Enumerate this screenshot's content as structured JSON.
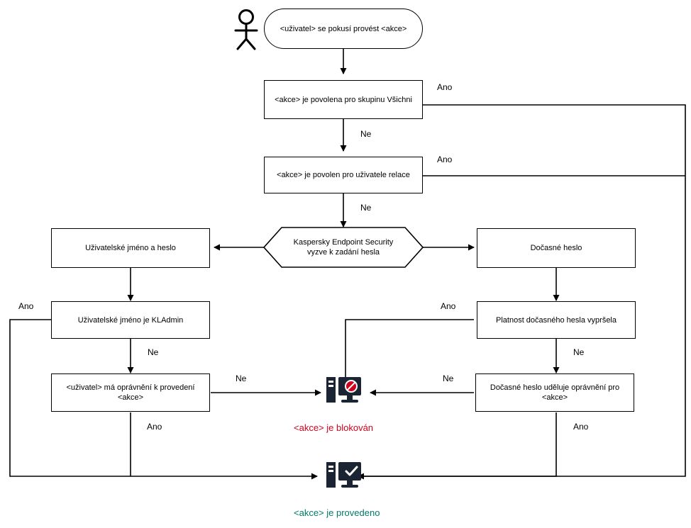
{
  "diagram": {
    "title": "",
    "nodes": {
      "start": {
        "label": "<uživatel> se pokusí provést <akce>"
      },
      "allowed_all": {
        "label": "<akce> je povolena pro skupinu Všichni"
      },
      "allowed_session": {
        "label": "<akce> je povolen pro uživatele relace"
      },
      "prompt": {
        "label": "Kaspersky Endpoint Security vyzve k zadání hesla"
      },
      "username_password": {
        "label": "Uživatelské jméno a heslo"
      },
      "temp_password": {
        "label": "Dočasné heslo"
      },
      "is_kladmin": {
        "label": "Uživatelské jméno je KLAdmin"
      },
      "temp_expired": {
        "label": "Platnost dočasného hesla vypršela"
      },
      "user_has_rights": {
        "label": "<uživatel> má oprávnění k provedení <akce>"
      },
      "temp_grants": {
        "label": "Dočasné heslo uděluje oprávnění pro <akce>"
      }
    },
    "edge_labels": {
      "yes_top_right": "Ano",
      "yes_second_right": "Ano",
      "no_first": "Ne",
      "no_second": "Ne",
      "yes_kladmin_left": "Ano",
      "no_kladmin": "Ne",
      "ne_rights_to_block": "Ne",
      "ano_rights_down": "Ano",
      "yes_temp_expired": "Ano",
      "no_temp_expired": "Ne",
      "ne_temp_grants": "Ne",
      "ano_temp_grants": "Ano"
    },
    "captions": {
      "blocked": "<akce> je blokován",
      "done": "<akce> je provedeno"
    },
    "icons": {
      "user": "person-icon",
      "blocked": "monitor-blocked-icon",
      "done": "monitor-check-icon"
    },
    "colors": {
      "blocked": "#d0021b",
      "done": "#00796b",
      "stroke": "#000000",
      "background": "#ffffff"
    }
  }
}
